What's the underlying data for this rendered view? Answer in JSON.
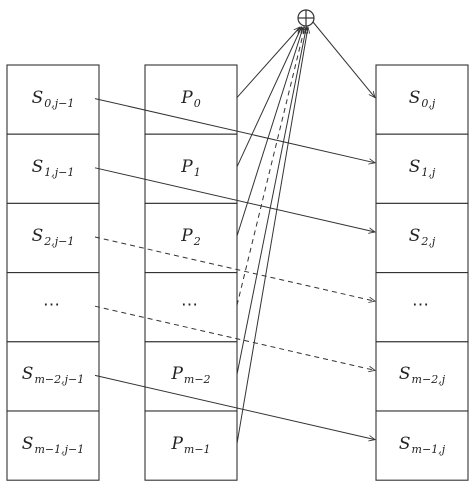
{
  "columns": [
    {
      "id": "left",
      "cells": [
        {
          "main": "S",
          "sub": "0,j−1"
        },
        {
          "main": "S",
          "sub": "1,j−1"
        },
        {
          "main": "S",
          "sub": "2,j−1"
        },
        {
          "main": "⋯",
          "sub": ""
        },
        {
          "main": "S",
          "sub": "m−2,j−1"
        },
        {
          "main": "S",
          "sub": "m−1,j−1"
        }
      ]
    },
    {
      "id": "middle",
      "cells": [
        {
          "main": "P",
          "sub": "0"
        },
        {
          "main": "P",
          "sub": "1"
        },
        {
          "main": "P",
          "sub": "2"
        },
        {
          "main": "⋯",
          "sub": ""
        },
        {
          "main": "P",
          "sub": "m−2"
        },
        {
          "main": "P",
          "sub": "m−1"
        }
      ]
    },
    {
      "id": "right",
      "cells": [
        {
          "main": "S",
          "sub": "0,j"
        },
        {
          "main": "S",
          "sub": "1,j"
        },
        {
          "main": "S",
          "sub": "2,j"
        },
        {
          "main": "⋯",
          "sub": ""
        },
        {
          "main": "S",
          "sub": "m−2,j"
        },
        {
          "main": "S",
          "sub": "m−1,j"
        }
      ]
    }
  ],
  "xor_symbol": "⊕",
  "shift_arrows": [
    {
      "from": 0,
      "to": 1,
      "style": "solid"
    },
    {
      "from": 1,
      "to": 2,
      "style": "solid"
    },
    {
      "from": 2,
      "to": 3,
      "style": "dashed"
    },
    {
      "from": 3,
      "to": 4,
      "style": "dashed"
    },
    {
      "from": 4,
      "to": 5,
      "style": "solid"
    }
  ],
  "xor_inputs": [
    {
      "from": 0,
      "style": "solid"
    },
    {
      "from": 1,
      "style": "solid"
    },
    {
      "from": 2,
      "style": "solid"
    },
    {
      "from": 3,
      "style": "dashed"
    },
    {
      "from": 4,
      "style": "solid"
    },
    {
      "from": 5,
      "style": "solid"
    }
  ],
  "xor_output": {
    "to": 0,
    "style": "solid"
  },
  "colors": {
    "stroke": "#333333",
    "text": "#222222"
  }
}
